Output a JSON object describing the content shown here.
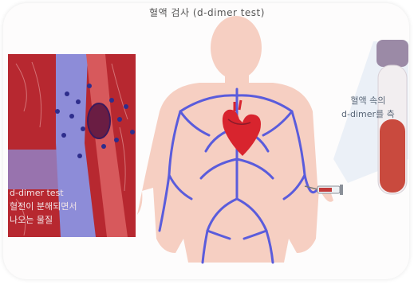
{
  "title": "혈액 검사 (d-dimer test)",
  "inset": {
    "lines": [
      "d-dimer test",
      "혈전이 분해되면서",
      "나오는 물질"
    ]
  },
  "tube_label": {
    "lines": [
      "혈액 속의",
      "d-dimer를 측"
    ]
  },
  "colors": {
    "skin": "#f6cfc2",
    "vein": "#5a5cdc",
    "heart": "#d8242e",
    "vessel_wall": "#b72830",
    "beam": "#e6ecf4"
  },
  "icons": [
    "blood-vessel-inset",
    "human-body",
    "heart-icon",
    "syringe-icon",
    "blood-tube-icon"
  ]
}
